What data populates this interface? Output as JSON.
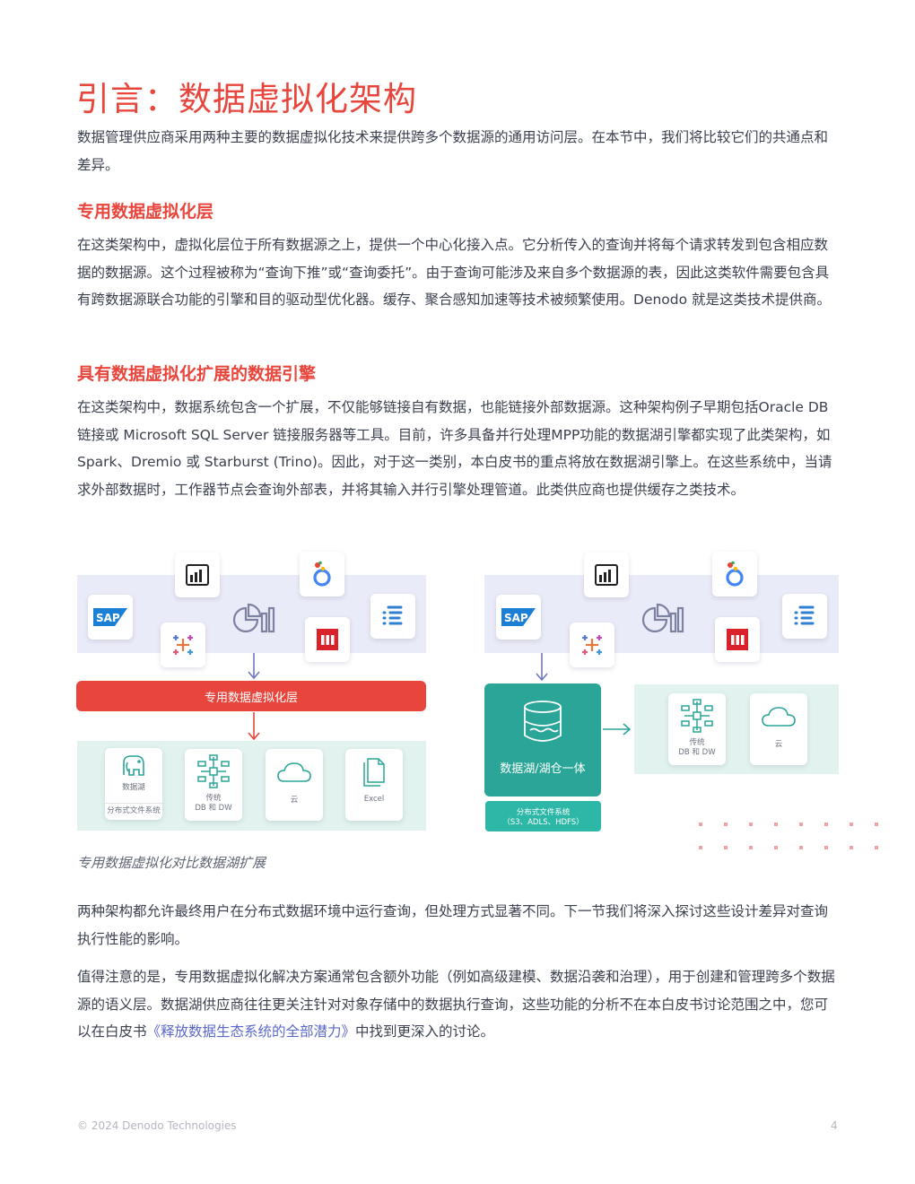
{
  "title": "引言：数据虚拟化架构",
  "intro": "数据管理供应商采用两种主要的数据虚拟化技术来提供跨多个数据源的通用访问层。在本节中，我们将比较它们的共通点和差异。",
  "section1": {
    "heading": "专用数据虚拟化层",
    "body": "在这类架构中，虚拟化层位于所有数据源之上，提供一个中心化接入点。它分析传入的查询并将每个请求转发到包含相应数据的数据源。这个过程被称为“查询下推”或“查询委托”。由于查询可能涉及来自多个数据源的表，因此这类软件需要包含具有跨数据源联合功能的引擎和目的驱动型优化器。缓存、聚合感知加速等技术被频繁使用。Denodo 就是这类技术提供商。"
  },
  "section2": {
    "heading": "具有数据虚拟化扩展的数据引擎",
    "body": "在这类架构中，数据系统包含一个扩展，不仅能够链接自有数据，也能链接外部数据源。这种架构例子早期包括Oracle DB 链接或 Microsoft SQL Server 链接服务器等工具。目前，许多具备并行处理MPP功能的数据湖引擎都实现了此类架构，如 Spark、Dremio 或 Starburst (Trino)。因此，对于这一类别，本白皮书的重点将放在数据湖引擎上。在这些系统中，当请求外部数据时，工作器节点会查询外部表，并将其输入并行引擎处理管道。此类供应商也提供缓存之类技术。"
  },
  "diagram": {
    "left": {
      "layer_label": "专用数据虚拟化层",
      "sources": [
        {
          "label": "数据湖",
          "sublabel": "分布式文件系统"
        },
        {
          "label": "传统",
          "sublabel": "DB 和 DW"
        },
        {
          "label": "云"
        },
        {
          "label": "Excel"
        }
      ]
    },
    "right": {
      "lake_label": "数据湖/湖仓一体",
      "fs_label": "分布式文件系统",
      "fs_sublabel": "（S3、ADLS、HDFS）",
      "sources": [
        {
          "label": "传统",
          "sublabel": "DB 和 DW"
        },
        {
          "label": "云"
        }
      ]
    },
    "icons": {
      "sap": "SAP",
      "colors": {
        "red": "#e8463c",
        "teal": "#2aa597",
        "lavender": "#eaebf8"
      }
    },
    "caption": "专用数据虚拟化对比数据湖扩展"
  },
  "para3": "两种架构都允许最终用户在分布式数据环境中运行查询，但处理方式显著不同。下一节我们将深入探讨这些设计差异对查询执行性能的影响。",
  "para4": {
    "before": "值得注意的是，专用数据虚拟化解决方案通常包含额外功能（例如高级建模、数据沿袭和治理），用于创建和管理跨多个数据源的语义层。数据湖供应商往往更关注针对对象存储中的数据执行查询，这些功能的分析不在本白皮书讨论范围之中，您可以在白皮书",
    "link": "《释放数据生态系统的全部潜力》",
    "after": "中找到更深入的讨论。"
  },
  "footer": {
    "copyright": "© 2024 Denodo Technologies",
    "page": "4"
  }
}
